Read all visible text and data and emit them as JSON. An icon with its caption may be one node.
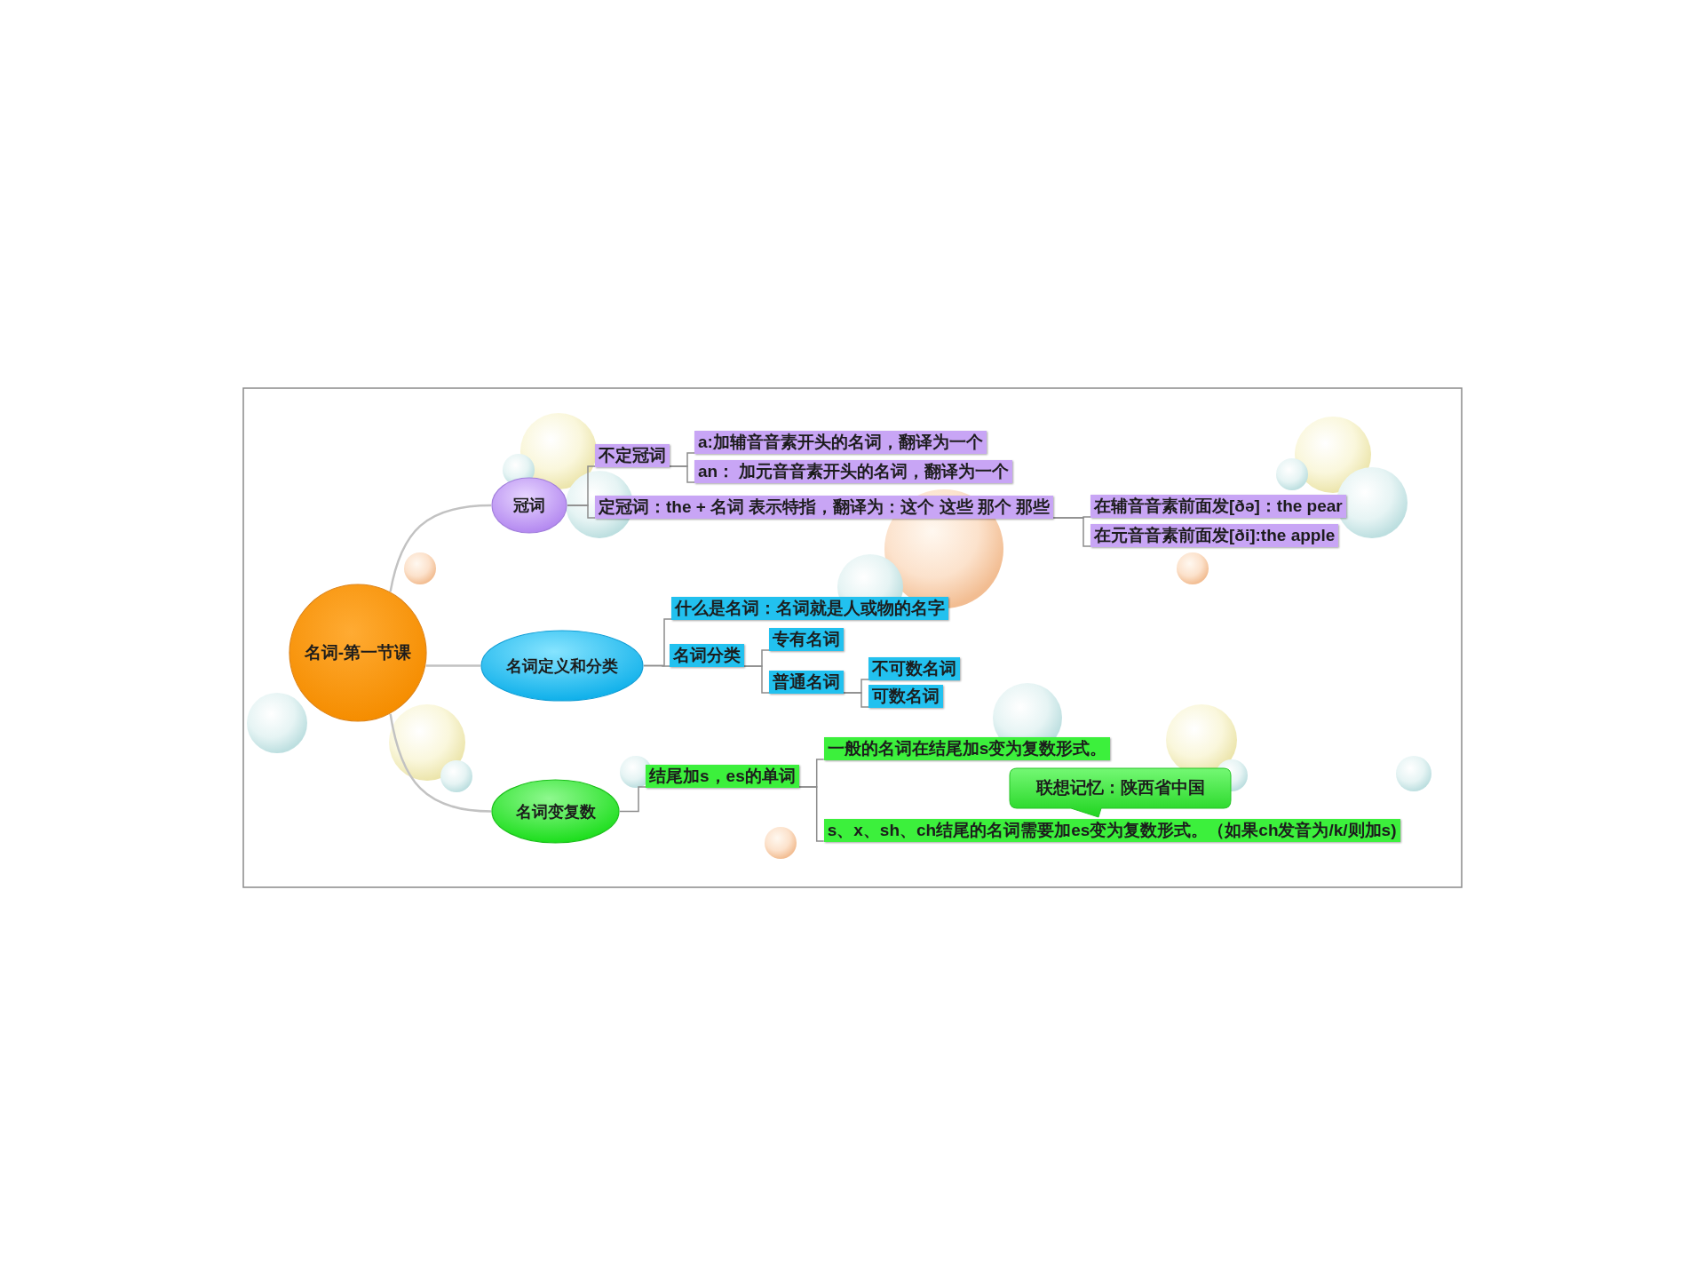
{
  "diagram": {
    "nodes": [
      {
        "text": [
          "名词-第一节课"
        ]
      },
      {
        "text": [
          "冠词"
        ]
      },
      {
        "text": [
          "不定冠词"
        ]
      },
      {
        "text": [
          "a:加辅音音素开头的名词，翻译为一个"
        ]
      },
      {
        "text": [
          "an： 加元音音素开头的名词，翻译为一个"
        ]
      },
      {
        "text": [
          "定冠词：the + 名词 表示特指，翻译为：这个 这些 那个 那些"
        ]
      },
      {
        "text": [
          "在辅音音素前面发[ðə]：the pear"
        ]
      },
      {
        "text": [
          "在元音音素前面发[ði]:the apple"
        ]
      },
      {
        "text": [
          "名词定义和分类"
        ]
      },
      {
        "text": [
          "什么是名词：名词就是人或物的名字"
        ]
      },
      {
        "text": [
          "名词分类"
        ]
      },
      {
        "text": [
          "专有名词"
        ]
      },
      {
        "text": [
          "普通名词"
        ]
      },
      {
        "text": [
          "不可数名词"
        ]
      },
      {
        "text": [
          "可数名词"
        ]
      },
      {
        "text": [
          "名词变复数"
        ]
      },
      {
        "text": [
          "结尾加s，es的单词"
        ]
      },
      {
        "text": [
          "一般的名词在结尾加s变为复数形式。"
        ]
      },
      {
        "text": [
          "联想记忆：陕西省中国"
        ]
      },
      {
        "text": [
          "s、x、sh、ch结尾的名词需要加es变为复数形式。（如果ch发音为/k/则加s)"
        ]
      }
    ],
    "edges": [
      {
        "from": 0,
        "to": 1,
        "arrow": "none"
      },
      {
        "from": 0,
        "to": 8,
        "arrow": "none"
      },
      {
        "from": 0,
        "to": 15,
        "arrow": "none"
      },
      {
        "from": 1,
        "to": 2,
        "arrow": "none"
      },
      {
        "from": 1,
        "to": 5,
        "arrow": "none"
      },
      {
        "from": 2,
        "to": 3,
        "arrow": "none"
      },
      {
        "from": 2,
        "to": 4,
        "arrow": "none"
      },
      {
        "from": 5,
        "to": 6,
        "arrow": "none"
      },
      {
        "from": 5,
        "to": 7,
        "arrow": "none"
      },
      {
        "from": 8,
        "to": 9,
        "arrow": "none"
      },
      {
        "from": 8,
        "to": 10,
        "arrow": "none"
      },
      {
        "from": 10,
        "to": 11,
        "arrow": "none"
      },
      {
        "from": 10,
        "to": 12,
        "arrow": "none"
      },
      {
        "from": 12,
        "to": 13,
        "arrow": "none"
      },
      {
        "from": 12,
        "to": 14,
        "arrow": "none"
      },
      {
        "from": 15,
        "to": 16,
        "arrow": "none"
      },
      {
        "from": 16,
        "to": 17,
        "arrow": "none"
      },
      {
        "from": 16,
        "to": 19,
        "arrow": "none"
      }
    ]
  }
}
